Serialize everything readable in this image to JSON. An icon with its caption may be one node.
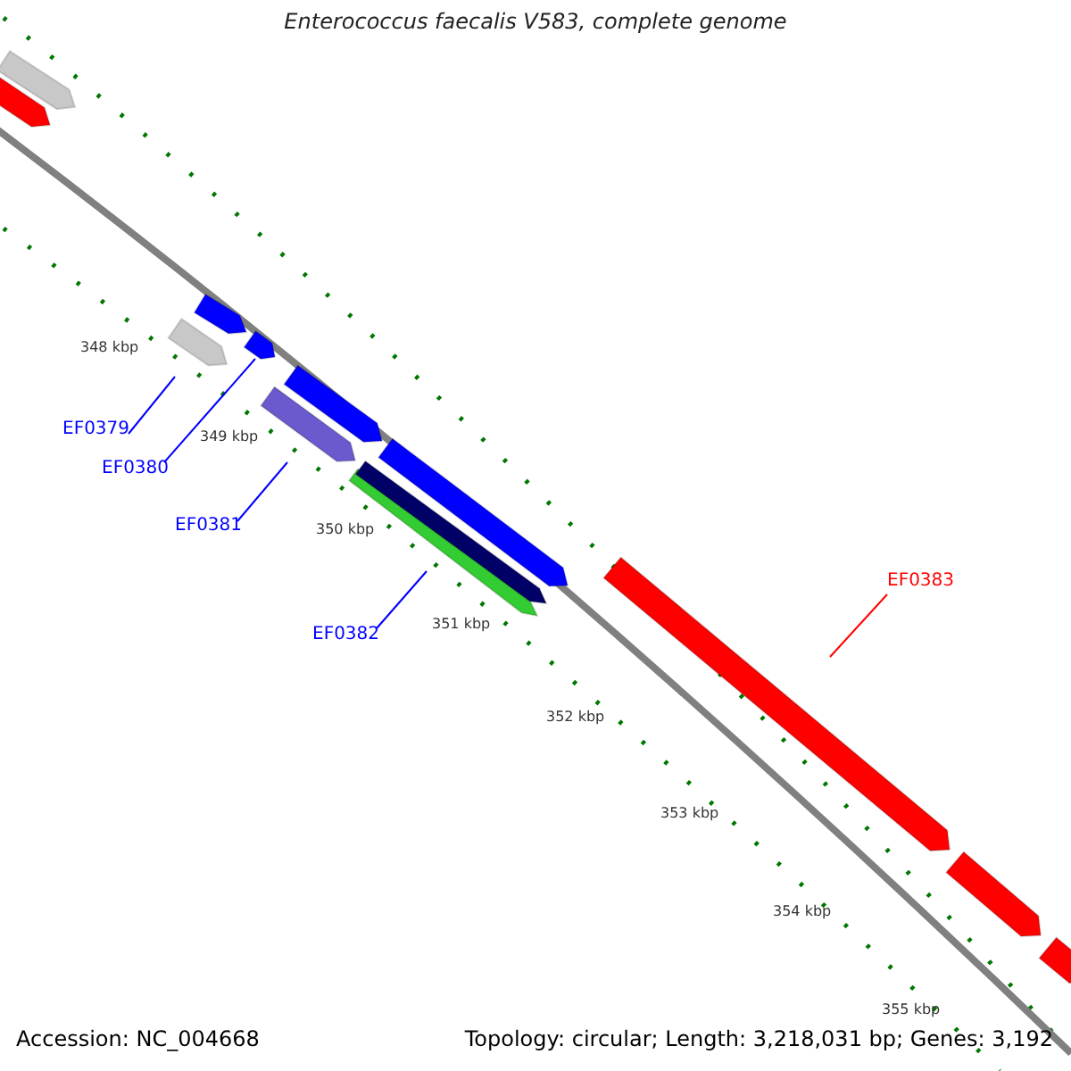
{
  "diagram": {
    "title": "Enterococcus faecalis V583, complete genome",
    "nodes": [
      {
        "text": [
          "EF0379"
        ]
      },
      {
        "text": [],
        "shape": "bar"
      },
      {
        "text": [
          "EF0380"
        ]
      },
      {
        "text": [],
        "shape": "bar"
      },
      {
        "text": [
          "EF0381"
        ]
      },
      {
        "text": [],
        "shape": "bar"
      },
      {
        "text": [
          "EF0382"
        ]
      },
      {
        "text": [],
        "shape": "bar"
      },
      {
        "text": [
          "EF0383"
        ]
      },
      {
        "text": [],
        "shape": "bar"
      },
      {
        "text": [],
        "shape": "bar"
      },
      {
        "text": [],
        "shape": "bar"
      },
      {
        "text": [],
        "shape": "bar"
      },
      {
        "text": [],
        "shape": "bar"
      },
      {
        "text": [],
        "shape": "bar"
      },
      {
        "text": [],
        "shape": "bar"
      },
      {
        "text": [],
        "shape": "bar"
      },
      {
        "text": [],
        "shape": "bar"
      }
    ],
    "edges": [
      {
        "from": 0,
        "to": 1,
        "arrow": "none"
      },
      {
        "from": 2,
        "to": 3,
        "arrow": "none"
      },
      {
        "from": 4,
        "to": 5,
        "arrow": "none"
      },
      {
        "from": 6,
        "to": 7,
        "arrow": "none"
      },
      {
        "from": 8,
        "to": 9,
        "arrow": "none",
        "color": "#ff0000"
      }
    ],
    "labels": [
      "348 kbp",
      "349 kbp",
      "350 kbp",
      "351 kbp",
      "352 kbp",
      "353 kbp",
      "354 kbp",
      "355 kbp",
      "Accession: NC_004668",
      "Topology: circular; Length: 3,218,031 bp; Genes: 3,192"
    ]
  }
}
